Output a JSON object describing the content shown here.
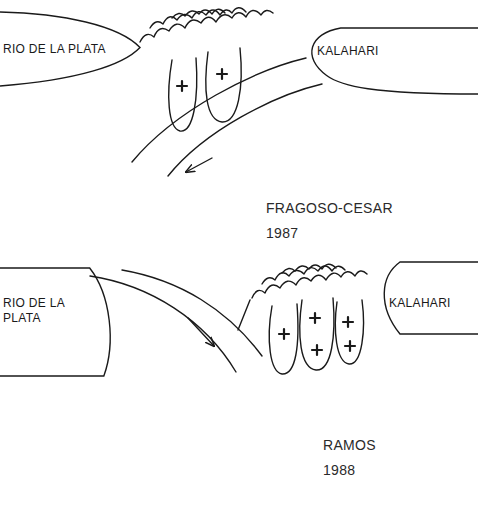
{
  "diagram": {
    "nodes": [
      {
        "text": [
          "RIO DE LA PLATA"
        ]
      },
      {
        "text": [
          "KALAHARI"
        ]
      },
      {
        "text": [
          "RIO DE LA PLATA"
        ]
      },
      {
        "text": [
          "KALAHARI"
        ]
      }
    ],
    "labels": [
      "FRAGOSO-CESAR 1987",
      "RAMOS 1988"
    ]
  }
}
